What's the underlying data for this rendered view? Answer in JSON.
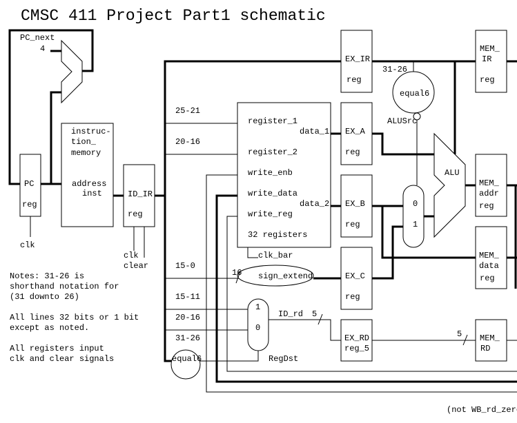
{
  "title": "CMSC 411 Project Part1 schematic",
  "colors": {
    "line": "#000000",
    "background": "#ffffff"
  },
  "pc_adder": {
    "label": "PC_next",
    "constant": "4"
  },
  "pc_reg": {
    "name": "PC",
    "sub": "reg",
    "clock": "clk"
  },
  "instruction_memory": {
    "line1": "instruc-",
    "line2": "tion_",
    "line3": "memory",
    "port_in": "address",
    "port_out": "inst"
  },
  "id_ir": {
    "name": "ID_IR",
    "sub": "reg",
    "clock": "clk",
    "clear": "clear"
  },
  "bus_fields": {
    "f1": "25-21",
    "f2": "20-16",
    "f3": "15-0",
    "f4": "15-11",
    "f5": "20-16",
    "f6": "31-26"
  },
  "register_file": {
    "ports": [
      "register_1",
      "register_2",
      "write_enb",
      "write_data",
      "write_reg",
      "32 registers"
    ],
    "out1": "data_1",
    "out2": "data_2",
    "clock": "clk_bar"
  },
  "sign_extend": {
    "label": "sign_extend",
    "width": "16"
  },
  "regdst_mux": {
    "in1": "1",
    "in0": "0",
    "select": "RegDst",
    "out": "ID_rd",
    "width": "5"
  },
  "equal6_left": {
    "label": "equal6"
  },
  "ex_regs": {
    "ir": {
      "name": "EX_IR",
      "sub": "reg"
    },
    "a": {
      "name": "EX_A",
      "sub": "reg"
    },
    "b": {
      "name": "EX_B",
      "sub": "reg"
    },
    "c": {
      "name": "EX_C",
      "sub": "reg"
    },
    "rd": {
      "name": "EX_RD",
      "sub": "reg_5"
    }
  },
  "equal6_right": {
    "label": "equal6",
    "field": "31-26",
    "output": "ALUSrc"
  },
  "alusrc_mux": {
    "in0": "0",
    "in1": "1"
  },
  "alu": {
    "label": "ALU"
  },
  "mem_regs": {
    "ir": {
      "line1": "MEM_",
      "line2": "IR",
      "sub": "reg"
    },
    "addr": {
      "line1": "MEM_",
      "line2": "addr",
      "sub": "reg"
    },
    "data": {
      "line1": "MEM_",
      "line2": "data",
      "sub": "reg"
    },
    "rd": {
      "line1": "MEM_",
      "line2": "RD",
      "width": "5"
    }
  },
  "notes": [
    "Notes: 31-26 is",
    "shorthand notation for",
    "(31 downto 26)",
    "",
    "All lines 32 bits or 1 bit",
    "except as noted.",
    "",
    "All registers input",
    "clk and clear signals"
  ],
  "footer": "(not WB_rd_zero"
}
